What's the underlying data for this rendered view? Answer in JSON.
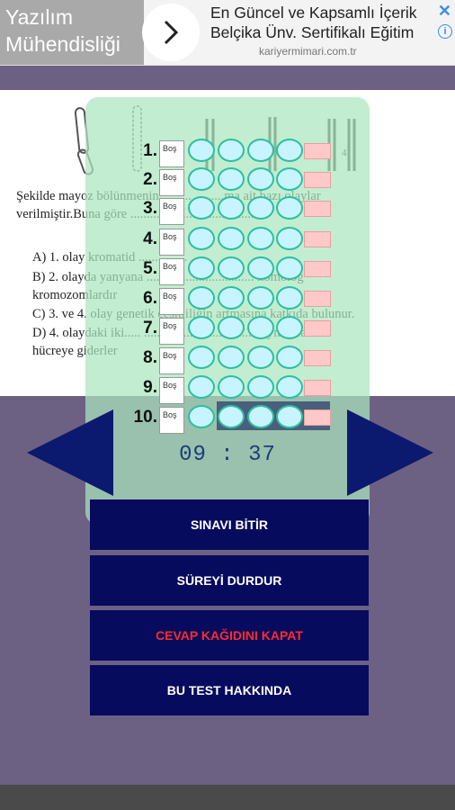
{
  "ad": {
    "title_line1": "Yazılım",
    "title_line2": "Mühendisliği",
    "line1": "En Güncel ve Kapsamlı İçerik",
    "line2": "Belçika Ünv. Sertifikalı Eğitim",
    "url": "kariyermimari.com.tr"
  },
  "question": {
    "lines": [
      "Şekilde mayoz bölünmenin ......... .........ma ait bazı olaylar",
      "verilmiştir.Buna göre ........................................",
      "A) 1. olay kromatid ...............",
      "B) 2. olayda yanyana ................................. homolog",
      "kromozomlardır",
      "C) 3. ve 4. olay genetik çeşitliliğin artmasına katkıda bulunur.",
      "D) 4. olaydaki iki..... ................................... aynı taraftaki",
      "hücreye giderler"
    ],
    "figure_label": "4"
  },
  "answer_sheet": {
    "rows": [
      {
        "number": "1.",
        "box": "Boş"
      },
      {
        "number": "2.",
        "box": "Boş"
      },
      {
        "number": "3.",
        "box": "Boş"
      },
      {
        "number": "4.",
        "box": "Boş"
      },
      {
        "number": "5.",
        "box": "Boş"
      },
      {
        "number": "6.",
        "box": "Boş"
      },
      {
        "number": "7.",
        "box": "Boş"
      },
      {
        "number": "8.",
        "box": "Boş"
      },
      {
        "number": "9.",
        "box": "Boş"
      },
      {
        "number": "10.",
        "box": "Boş"
      }
    ],
    "timer": "09 : 37"
  },
  "buttons": {
    "finish": "SINAVI BİTİR",
    "pause": "SÜREYİ DURDUR",
    "close_sheet": "CEVAP KAĞIDINI KAPAT",
    "about": "BU TEST HAKKINDA"
  },
  "colors": {
    "background": "#6d6183",
    "button": "#070b5e",
    "arrow": "#0b1a6e",
    "close_text": "#ff2b2b",
    "option_border": "#2bc0a0",
    "flag": "#ffc9c9"
  }
}
